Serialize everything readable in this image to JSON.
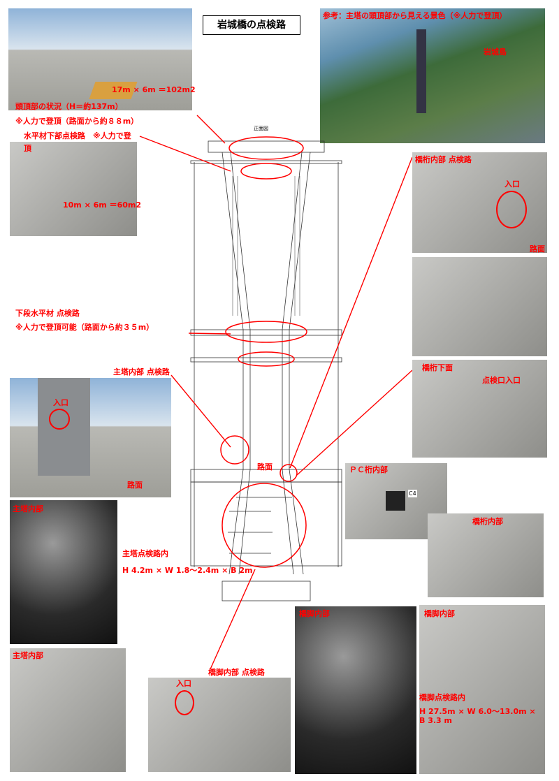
{
  "title": "岩城橋の点検路",
  "top_photo": {
    "area": "17m × 6m ＝102m2",
    "caption": "頭頂部の状況（H＝約137m）"
  },
  "note_climb_top": "※人力で登頂（路面から約８８m）",
  "horizontal_upper": {
    "label": "水平材下部点検路　※人力で登",
    "label_cont": "頂",
    "area": "10m × 6m ＝60m2"
  },
  "reference_photo": {
    "caption": "参考：主塔の頭頂部から見える景色（※人力で登頂）",
    "place": "岩城島"
  },
  "drawing": {
    "title": "正面図"
  },
  "lower_horizontal": {
    "label": "下段水平材 点検路",
    "note": "※人力で登頂可能（路面から約３５m）"
  },
  "tower_inner_path": {
    "label": "主塔内部 点検路",
    "entrance": "入口",
    "road": "路面"
  },
  "girder_inner_path": {
    "label": "橋桁内部 点検路",
    "entrance": "入口",
    "road": "路面"
  },
  "girder_underside": {
    "label": "橋桁下面",
    "hatch": "点検口入口"
  },
  "drawing_road": "路面",
  "pc_girder": {
    "label": "ＰＣ桁内部",
    "tag": "C4"
  },
  "girder_inner": {
    "label": "橋桁内部"
  },
  "tower_inner_1": {
    "label": "主塔内部"
  },
  "tower_path": {
    "label": "主塔点検路内",
    "dims": "H 4.2m × W 1.8～2.4m × B 2m"
  },
  "tower_inner_2": {
    "label": "主塔内部"
  },
  "pier_path": {
    "label": "橋脚内部 点検路",
    "entrance": "入口"
  },
  "pier_inner_1": {
    "label": "橋脚内部"
  },
  "pier_inner_2": {
    "label": "橋脚内部",
    "path_label": "橋脚点検路内",
    "dims": "H 27.5m × W 6.0～13.0m × B 3.3 m"
  }
}
